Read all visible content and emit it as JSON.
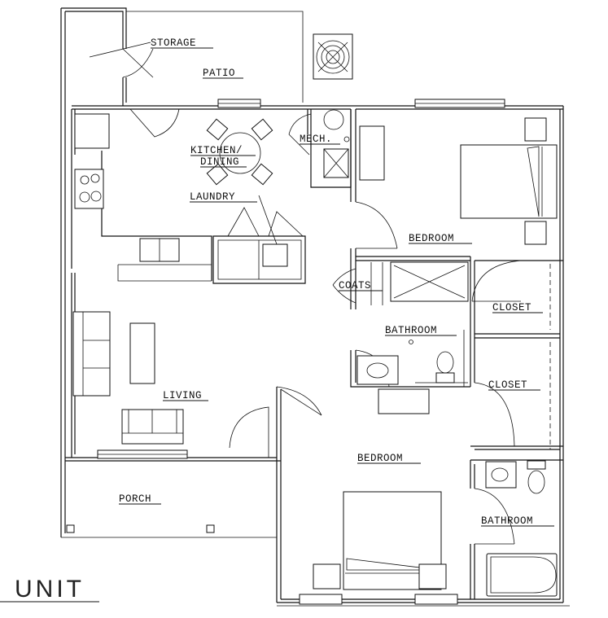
{
  "plan": {
    "title": "UNIT",
    "rooms": {
      "storage": "STORAGE",
      "patio": "PATIO",
      "kitchen_line1": "KITCHEN/",
      "kitchen_line2": "DINING",
      "mech": "MECH.",
      "laundry": "LAUNDRY",
      "bedroom_1": "BEDROOM",
      "coats": "COATS",
      "closet_1": "CLOSET",
      "bathroom_1": "BATHROOM",
      "closet_2": "CLOSET",
      "living": "LIVING",
      "bedroom_2": "BEDROOM",
      "porch": "PORCH",
      "bathroom_2": "BATHROOM"
    }
  }
}
